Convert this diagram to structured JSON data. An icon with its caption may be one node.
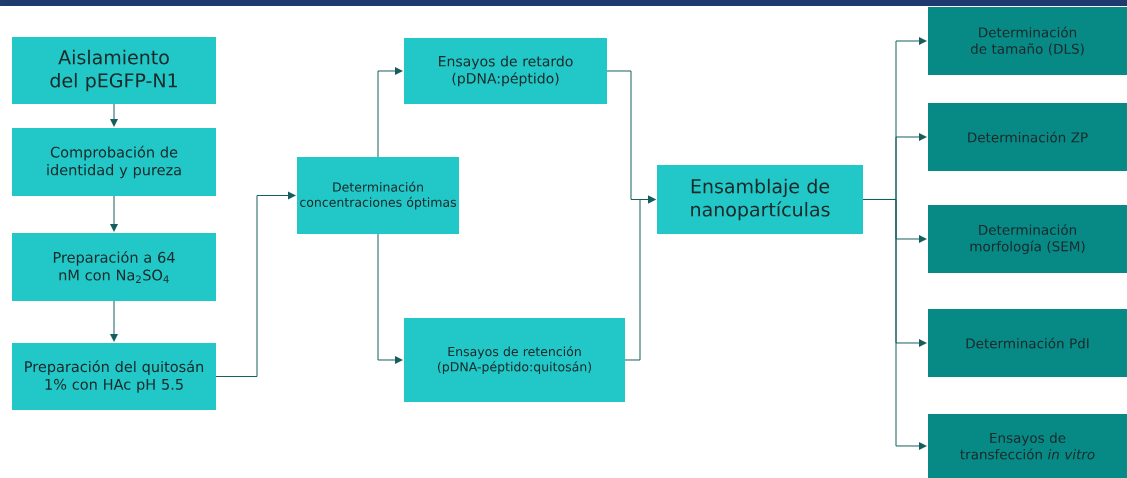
{
  "diagram": {
    "nodes": [
      {
        "text": [
          "Aislamiento del pEGFP-N1"
        ]
      },
      {
        "text": [
          "Comprobación de identidad y pureza"
        ]
      },
      {
        "text": [
          "Preparación a 64 nM con Na$_{2}$SO$_{4}$"
        ]
      },
      {
        "text": [
          "Preparación del quitosán 1% con HAc pH 5.5"
        ]
      },
      {
        "text": [
          "Determinación concentraciones óptimas"
        ]
      },
      {
        "text": [
          "Ensayos de retardo (pDNA:péptido)"
        ]
      },
      {
        "text": [
          "Ensayos de retención (pDNA-péptido:quitosán)"
        ]
      },
      {
        "text": [
          "Ensamblaje de nanopartículas"
        ]
      },
      {
        "text": [
          "Determinación de tamaño (DLS)"
        ]
      },
      {
        "text": [
          "Determinación ZP"
        ]
      },
      {
        "text": [
          "Determinación morfología (SEM)"
        ]
      },
      {
        "text": [
          "Determinación PdI"
        ]
      },
      {
        "text": [
          "Ensayos de transfección *in vitro*"
        ]
      }
    ],
    "edges": [
      {
        "from": 0,
        "to": 1,
        "arrow": "to"
      },
      {
        "from": 1,
        "to": 2,
        "arrow": "to"
      },
      {
        "from": 2,
        "to": 3,
        "arrow": "to"
      },
      {
        "from": 3,
        "to": 4,
        "arrow": "to"
      },
      {
        "from": 4,
        "to": 5,
        "arrow": "to"
      },
      {
        "from": 4,
        "to": 6,
        "arrow": "to"
      },
      {
        "from": 5,
        "to": 7,
        "arrow": "to"
      },
      {
        "from": 6,
        "to": 7,
        "arrow": "to"
      },
      {
        "from": 7,
        "to": 8,
        "arrow": "to"
      },
      {
        "from": 7,
        "to": 9,
        "arrow": "to"
      },
      {
        "from": 7,
        "to": 10,
        "arrow": "to"
      },
      {
        "from": 7,
        "to": 11,
        "arrow": "to"
      },
      {
        "from": 7,
        "to": 12,
        "arrow": "to"
      }
    ]
  }
}
